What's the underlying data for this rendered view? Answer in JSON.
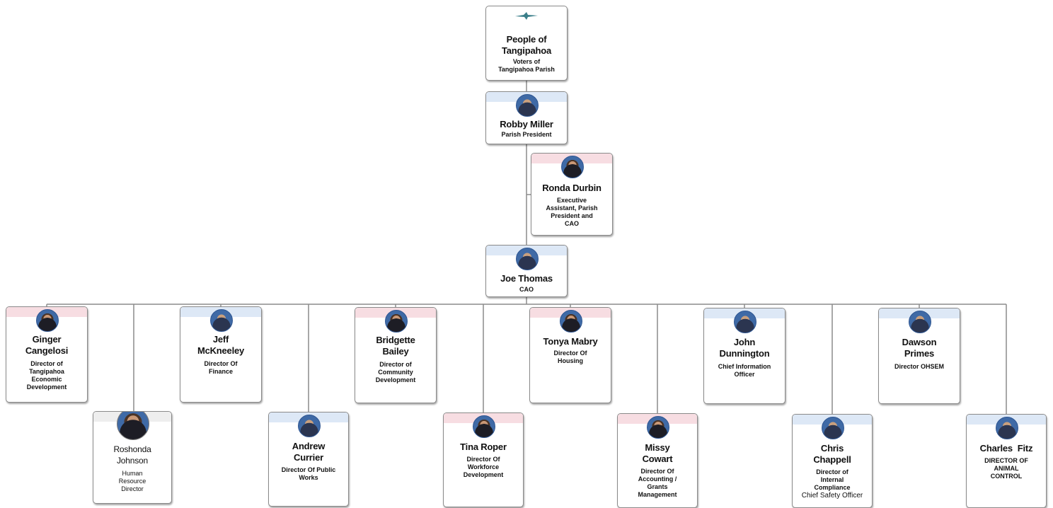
{
  "top": {
    "name": "People of\nTangipahoa",
    "title": "Voters of\nTangipahoa Parish"
  },
  "president": {
    "name": "Robby Miller",
    "title": "Parish President"
  },
  "assistant": {
    "name": "Ronda Durbin",
    "title": "Executive\nAssistant, Parish\nPresident and\nCAO"
  },
  "cao": {
    "name": "Joe Thomas",
    "title": "CAO"
  },
  "directors": [
    {
      "name": "Ginger\nCangelosi",
      "title": "Director of\nTangipahoa\nEconomic\nDevelopment"
    },
    {
      "name": "Roshonda\nJohnson",
      "title": "Human\nResource\nDirector"
    },
    {
      "name": "Jeff\nMcKneeley",
      "title": "Director Of\nFinance"
    },
    {
      "name": "Andrew\nCurrier",
      "title": "Director Of Public\nWorks"
    },
    {
      "name": "Bridgette\nBailey",
      "title": "Director of\nCommunity\nDevelopment"
    },
    {
      "name": "Tina Roper",
      "title": "Director Of\nWorkforce\nDevelopment"
    },
    {
      "name": "Tonya Mabry",
      "title": "Director Of\nHousing"
    },
    {
      "name": "Missy\nCowart",
      "title": "Director Of\nAccounting /\nGrants\nManagement"
    },
    {
      "name": "John\nDunnington",
      "title": "Chief Information\nOfficer"
    },
    {
      "name": "Chris\nChappell",
      "title": "Director of\nInternal\nCompliance",
      "extra": "Chief Safety Officer"
    },
    {
      "name": "Dawson\nPrimes",
      "title": "Director OHSEM"
    },
    {
      "name": "Charles  Fitz",
      "title": "DIRECTOR OF\nANIMAL\nCONTROL"
    }
  ],
  "colors": {
    "line": "#8c8c8c",
    "accent": "#2f5692",
    "band_blue": "#dde8f6",
    "band_pink": "#f7dde2"
  }
}
